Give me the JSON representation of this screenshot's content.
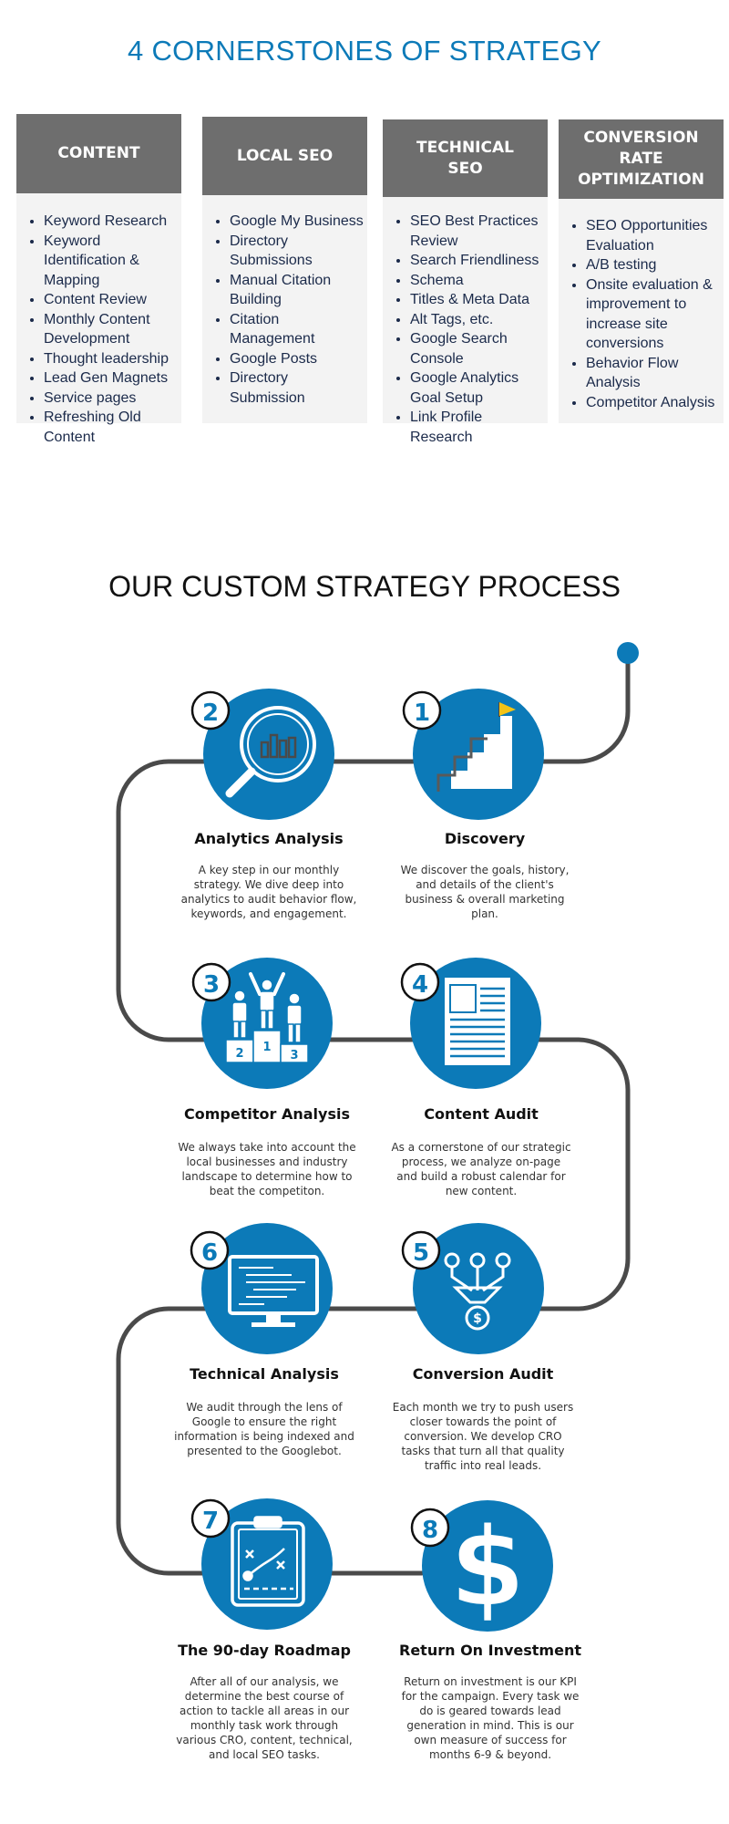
{
  "cornerstones": {
    "title": "4 CORNERSTONES OF STRATEGY",
    "columns": [
      {
        "heading": [
          "CONTENT"
        ],
        "items": [
          "Keyword Research",
          "Keyword Identification & Mapping",
          "Content Review",
          "Monthly Content Development",
          "Thought leadership",
          " Lead Gen Magnets",
          "Service pages",
          "Refreshing Old Content"
        ]
      },
      {
        "heading": [
          "LOCAL SEO"
        ],
        "items": [
          "Google My Business",
          "Directory Submissions",
          "Manual Citation Building",
          "Citation Management",
          "Google Posts",
          "Directory Submission"
        ]
      },
      {
        "heading": [
          "TECHNICAL",
          "SEO"
        ],
        "items": [
          "SEO Best Practices Review",
          "Search Friendliness",
          "Schema",
          "Titles & Meta Data",
          "Alt Tags, etc.",
          "Google Search Console",
          "Google Analytics Goal Setup",
          "Link Profile Research"
        ]
      },
      {
        "heading": [
          "CONVERSION",
          "RATE",
          "OPTIMIZATION"
        ],
        "items": [
          "SEO Opportunities Evaluation",
          "A/B testing",
          "Onsite evaluation & improvement to increase site conversions",
          "Behavior Flow Analysis",
          "Competitor Analysis"
        ]
      }
    ]
  },
  "process": {
    "title": "OUR CUSTOM STRATEGY PROCESS",
    "steps": [
      {
        "number": "2",
        "title": "Analytics Analysis",
        "description": "A key step in our monthly strategy. We dive deep into analytics to audit behavior flow, keywords, and engagement.",
        "icon": "magnifier-chart-icon"
      },
      {
        "number": "1",
        "title": "Discovery",
        "description": "We discover the goals, history, and details of the client's business & overall marketing plan.",
        "icon": "stairs-flag-icon"
      },
      {
        "number": "3",
        "title": "Competitor Analysis",
        "description": "We always take into account the local businesses and industry landscape to determine how to beat the competiton.",
        "icon": "podium-icon",
        "podium": [
          "2",
          "1",
          "3"
        ]
      },
      {
        "number": "4",
        "title": "Content Audit",
        "description": "As a cornerstone of our strategic process, we analyze on-page and build a robust calendar for new content.",
        "icon": "document-icon"
      },
      {
        "number": "6",
        "title": "Technical Analysis",
        "description": "We audit through the lens of Google to ensure the right information is being indexed and presented to the Googlebot.",
        "icon": "monitor-code-icon"
      },
      {
        "number": "5",
        "title": "Conversion Audit",
        "description": "Each month we try to push users closer towards the point of conversion. We develop CRO tasks that turn all that quality traffic into real leads.",
        "icon": "funnel-dollar-icon"
      },
      {
        "number": "7",
        "title": "The 90-day Roadmap",
        "description": "After all of our analysis, we determine the best course of action to tackle all areas in our monthly task work through various CRO, content, technical, and local SEO tasks.",
        "icon": "clipboard-plan-icon"
      },
      {
        "number": "8",
        "title": "Return On Investment",
        "description": "Return on investment is our KPI for the campaign. Every task we do is geared towards lead generation in mind. This is our own measure of success for months 6-9 & beyond.",
        "icon": "dollar-icon"
      }
    ]
  },
  "colors": {
    "accent_blue": "#0c7ab8",
    "header_gray": "#6e6e6e",
    "panel_gray": "#f3f3f3",
    "path_gray": "#4a4a4a",
    "flag_yellow": "#f2c316"
  }
}
